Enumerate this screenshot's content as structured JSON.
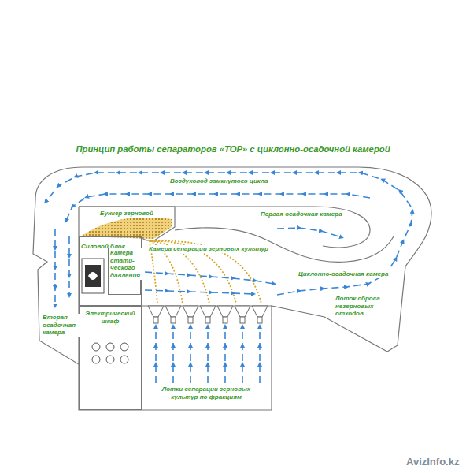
{
  "diagram": {
    "title": "Принцип работы сепараторов «ТОР» с циклонно-осадочной камерой",
    "nodes": [
      {
        "text": [
          "Силовой блок"
        ]
      },
      {
        "text": [
          "Камера стати- ческого давления"
        ],
        "in": 0
      },
      {
        "text": [
          "Электрический шкаф"
        ]
      }
    ],
    "labels": [
      "Воздуховод замкнутого цикла",
      "Бункер зерновой",
      "Первая осадочная камера",
      "Камера сепарации зерновых культур",
      "Циклонно-осадочная камера",
      "Вторая осадочная камера",
      "Лоток сброса незерновых отходов",
      "Лотки сепарации зерновых культур по фракциям",
      "AvizInfo.kz"
    ]
  }
}
